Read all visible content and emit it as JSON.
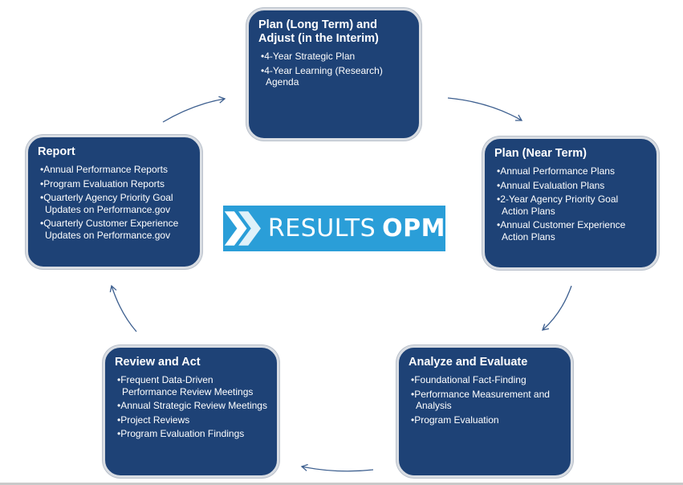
{
  "logo": {
    "word1": "RESULTS",
    "word2": "OPM",
    "background_color": "#2a9ed8"
  },
  "colors": {
    "box_fill": "#1e4276",
    "arrow": "#3d5f8f"
  },
  "boxes": {
    "plan_long": {
      "title": "Plan (Long Term) and Adjust (in the Interim)",
      "items": [
        "4-Year Strategic Plan",
        "4-Year Learning (Research) Agenda"
      ]
    },
    "plan_near": {
      "title": "Plan (Near Term)",
      "items": [
        "Annual Performance Plans",
        "Annual Evaluation Plans",
        "2-Year Agency Priority Goal Action Plans",
        "Annual Customer Experience Action Plans"
      ]
    },
    "analyze": {
      "title": "Analyze and Evaluate",
      "items": [
        "Foundational Fact-Finding",
        "Performance Measurement and Analysis",
        "Program Evaluation"
      ]
    },
    "review": {
      "title": "Review and Act",
      "items": [
        "Frequent Data-Driven Performance Review Meetings",
        "Annual Strategic Review Meetings",
        "Project Reviews",
        "Program Evaluation Findings"
      ]
    },
    "report": {
      "title": "Report",
      "items": [
        "Annual Performance Reports",
        "Program Evaluation Reports",
        "Quarterly Agency Priority Goal Updates on Performance.gov",
        "Quarterly Customer Experience Updates on Performance.gov"
      ]
    }
  }
}
